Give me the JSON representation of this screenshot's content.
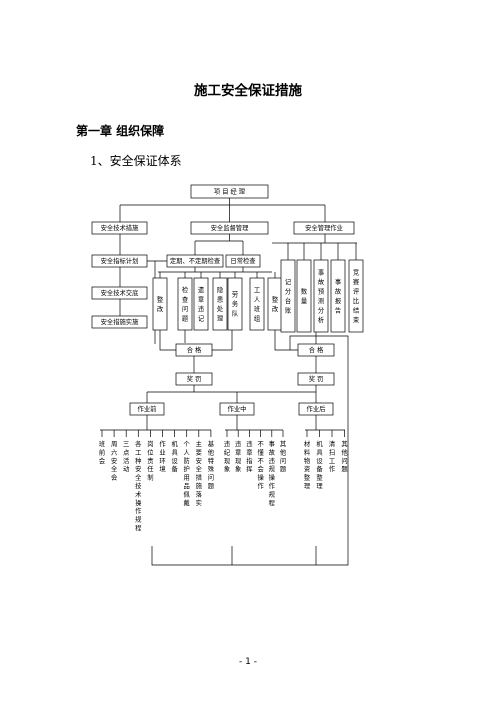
{
  "doc": {
    "title": "施工安全保证措施",
    "chapter": "第一章  组织保障",
    "section": "1、安全保证体系",
    "page_number": "- 1 -"
  },
  "chart": {
    "root": "项 目 经 理",
    "level1": [
      "安全技术措施",
      "安全监督管理",
      "安全管理作业"
    ],
    "left_column": [
      "安全指标计划",
      "安全技术交底",
      "安全措施实施"
    ],
    "inspection": [
      "定期、不定期检查",
      "日常检查"
    ],
    "left_group": [
      "整改",
      "检查问题",
      "遗章违记",
      "隐患处理",
      "劳务队",
      "工人班组",
      "整改"
    ],
    "right_group": [
      "记分台账",
      "数量",
      "事故预测分析",
      "事故报告",
      "竞赛评比结束"
    ],
    "qualified": [
      "合 格",
      "合 格"
    ],
    "reward": [
      "奖 罚",
      "奖 罚"
    ],
    "phases": [
      "作业前",
      "作业中",
      "作业后"
    ],
    "before_items": [
      "班前会",
      "周六安全会",
      "三点活动",
      "各工种安全技术操作规程",
      "岗位责任制",
      "作业环境",
      "机具设备",
      "个人防护用品佩戴",
      "主要安全措施落实",
      "基他特殊问题"
    ],
    "during_items": [
      "违纪现象",
      "违章现象",
      "违章指挥",
      "不懂不会操作",
      "事故违规操作规程",
      "其他问题"
    ],
    "after_items": [
      "材料物资整理",
      "机具设备整理",
      "清扫工作",
      "其他问题"
    ]
  }
}
